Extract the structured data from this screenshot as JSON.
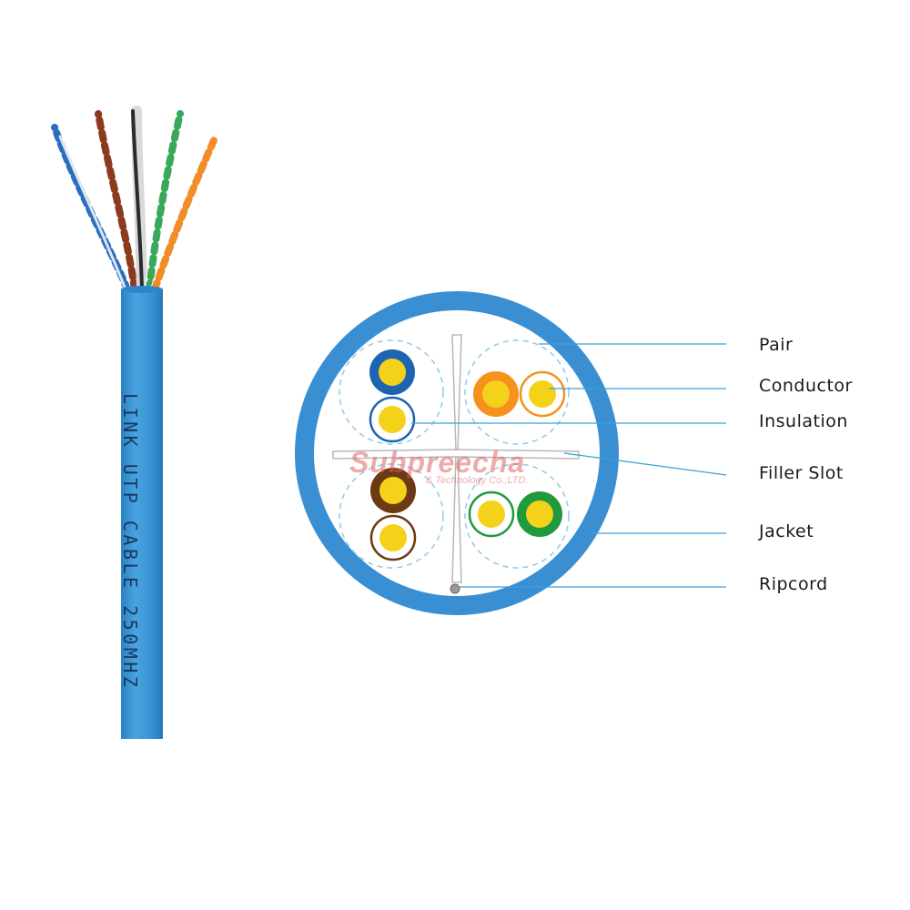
{
  "cable": {
    "print_text": "LINK UTP CABLE 250MHZ",
    "jacket_color": "#3a95d4",
    "wire_colors": [
      "#2a6fbf",
      "#8b3a1e",
      "#555555",
      "#3aa85a",
      "#f28c28"
    ]
  },
  "cross_section": {
    "jacket_color": "#3a8fd3",
    "pairs": [
      {
        "color": "blue",
        "hex": "#1e64b0"
      },
      {
        "color": "orange",
        "hex": "#f5921e"
      },
      {
        "color": "brown",
        "hex": "#6b3a14"
      },
      {
        "color": "green",
        "hex": "#1f9a3c"
      }
    ],
    "conductor_color": "#f4d21a"
  },
  "callouts": [
    {
      "id": "pair",
      "label": "Pair"
    },
    {
      "id": "conductor",
      "label": "Conductor"
    },
    {
      "id": "insulation",
      "label": "Insulation"
    },
    {
      "id": "filler-slot",
      "label": "Filler Slot"
    },
    {
      "id": "jacket",
      "label": "Jacket"
    },
    {
      "id": "ripcord",
      "label": "Ripcord"
    }
  ],
  "watermark": {
    "name": "Subpreecha",
    "subtitle": "& Technology Co.,LTD."
  },
  "line_color": "#3aa0d8"
}
